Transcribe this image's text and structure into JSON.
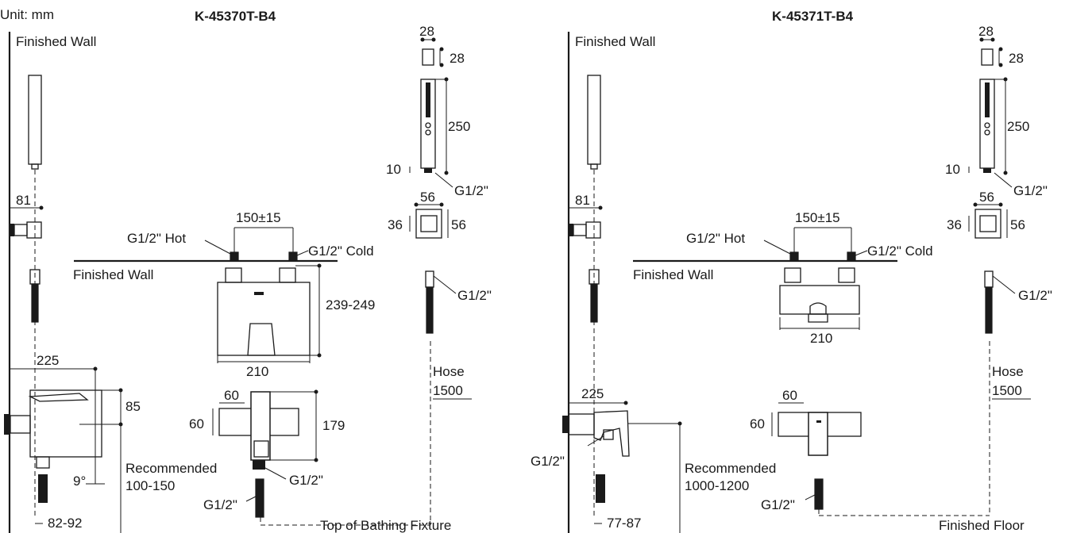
{
  "unit_label": "Unit: mm",
  "models": [
    {
      "title": "K-45370T-B4",
      "finished_wall_side": "Finished Wall",
      "finished_wall_front": "Finished Wall",
      "dim_handle_top": "28",
      "dim_handle_side": "28",
      "dim_handle_length": "250",
      "dim_handle_base": "10",
      "handle_conn": "G1/2\"",
      "dim_holder_top": "56",
      "dim_holder_side": "56",
      "dim_holder_depth": "36",
      "dim_wall_holder": "81",
      "dim_centers": "150±15",
      "hot_label": "G1/2\" Hot",
      "cold_label": "G1/2\" Cold",
      "dim_height": "239-249",
      "dim_width": "210",
      "hose_conn": "G1/2\"",
      "hose_label": "Hose",
      "hose_length": "1500",
      "dim_side_width": "225",
      "dim_side_offset": "85",
      "angle_label": "9°",
      "recommended_label": "Recommended",
      "recommended_value": "100-150",
      "dim_bottom": "82-92",
      "dim_plan_60a": "60",
      "dim_plan_60b": "60",
      "dim_plan_depth": "179",
      "plan_conn": "G1/2\"",
      "bottom_conn": "G1/2\"",
      "reference_label": "Top of Bathing Fixture"
    },
    {
      "title": "K-45371T-B4",
      "finished_wall_side": "Finished Wall",
      "finished_wall_front": "Finished Wall",
      "dim_handle_top": "28",
      "dim_handle_side": "28",
      "dim_handle_length": "250",
      "dim_handle_base": "10",
      "handle_conn": "G1/2\"",
      "dim_holder_top": "56",
      "dim_holder_side": "56",
      "dim_holder_depth": "36",
      "dim_wall_holder": "81",
      "dim_centers": "150±15",
      "hot_label": "G1/2\" Hot",
      "cold_label": "G1/2\" Cold",
      "dim_width": "210",
      "hose_conn": "G1/2\"",
      "hose_label": "Hose",
      "hose_length": "1500",
      "dim_side_width": "225",
      "side_conn": "G1/2\"",
      "recommended_label": "Recommended",
      "recommended_value": "1000-1200",
      "dim_bottom": "77-87",
      "dim_plan_60a": "60",
      "dim_plan_60b": "60",
      "bottom_conn": "G1/2\"",
      "reference_label": "Finished Floor"
    }
  ]
}
